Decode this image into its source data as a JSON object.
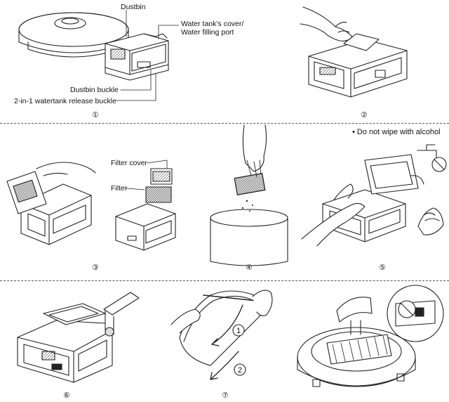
{
  "panels": [
    {
      "number": "①",
      "callouts": {
        "dustbin": "Dustbin",
        "water_tank_cover_l1": "Water tank’s cover/",
        "water_tank_cover_l2": "Water filling port",
        "dustbin_buckle": "Dustbin buckle",
        "release_buckle": "2-in-1 watertank release buckle"
      }
    },
    {
      "number": "②"
    },
    {
      "number": "③"
    },
    {
      "number": "④"
    },
    {
      "number": "⑤",
      "note": "• Do not wipe with alcohol"
    },
    {
      "number": "⑥"
    },
    {
      "number": "⑦",
      "arrow_1": "1",
      "arrow_2": "2"
    },
    {
      "number": ""
    }
  ],
  "filter_callouts": {
    "filter_cover": "Filter cover",
    "filter": "Filter"
  },
  "colors": {
    "line": "#222222",
    "divider": "#555555",
    "background": "#ffffff",
    "shade": "#bdbdbd"
  },
  "icons": [
    "prohibited-icon"
  ]
}
